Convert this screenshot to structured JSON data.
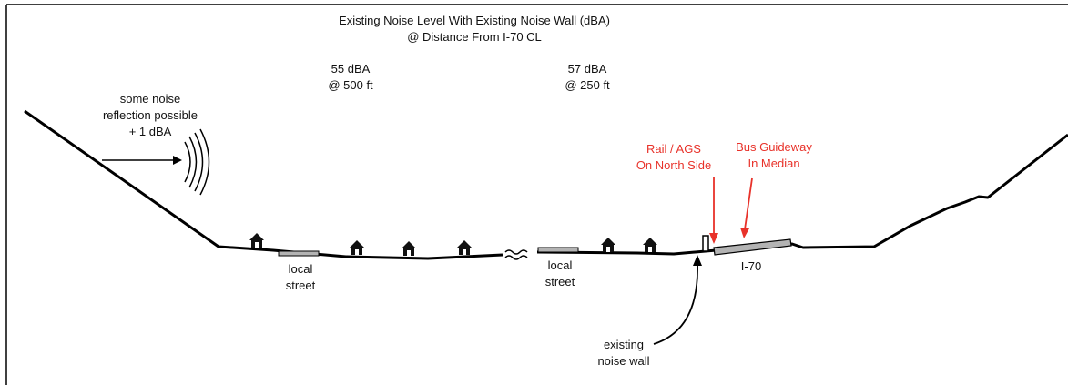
{
  "title": {
    "line1": "Existing Noise Level With Existing Noise Wall (dBA)",
    "line2": "@ Distance From I-70 CL"
  },
  "measurements": [
    {
      "level": "55 dBA",
      "distance": "@ 500 ft"
    },
    {
      "level": "57 dBA",
      "distance": "@ 250 ft"
    }
  ],
  "reflection": {
    "line1": "some noise",
    "line2": "reflection possible",
    "line3": "+ 1 dBA"
  },
  "local_street_1": {
    "line1": "local",
    "line2": "street"
  },
  "local_street_2": {
    "line1": "local",
    "line2": "street"
  },
  "rail": {
    "line1": "Rail / AGS",
    "line2": "On North Side"
  },
  "bus": {
    "line1": "Bus Guideway",
    "line2": "In Median"
  },
  "highway": "I-70",
  "noise_wall": {
    "line1": "existing",
    "line2": "noise wall"
  },
  "colors": {
    "accent": "#e8322a",
    "road": "#b3b3b3",
    "ink": "#111111"
  }
}
